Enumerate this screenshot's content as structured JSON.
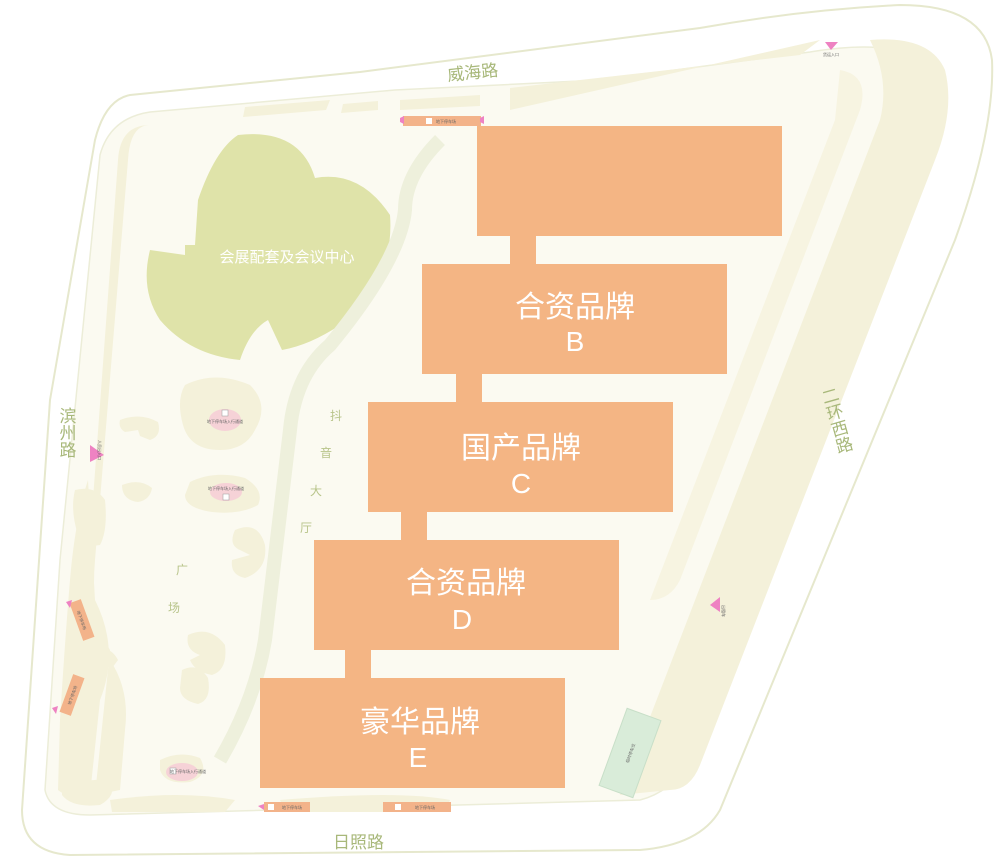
{
  "roads": {
    "north": "威海路",
    "west": "滨州路",
    "east": "二环西路",
    "south": "日照路"
  },
  "convention_center": "会展配套及会议中心",
  "plaza": [
    "广",
    "场"
  ],
  "avenue": [
    "抖",
    "音",
    "大",
    "厅"
  ],
  "halls": [
    {
      "title": "",
      "letter": ""
    },
    {
      "title": "合资品牌",
      "letter": "B"
    },
    {
      "title": "国产品牌",
      "letter": "C"
    },
    {
      "title": "合资品牌",
      "letter": "D"
    },
    {
      "title": "豪华品牌",
      "letter": "E"
    }
  ],
  "markers": {
    "parking_north": "地下停车场",
    "parking_south_1": "地下停车场",
    "parking_south_2": "地下停车场",
    "parking_west_1": "地下停车场",
    "parking_west_2": "地下停车场",
    "ped_1": "地下停车场入行通道",
    "ped_2": "地下停车场入行通道",
    "ped_3": "地下停车场入行通道",
    "entrance_west": "人员出入口",
    "entrance_ne": "货运入口",
    "entrance_east": "出租车",
    "east_strip": "临时停车位"
  },
  "colors": {
    "hall": "#f4b584",
    "land": "#f4f1da",
    "convention": "#dfe3a9",
    "road_outline": "#e6e8cd",
    "marker_pink": "#ee82c2",
    "parking_tag": "#f3b38a"
  }
}
